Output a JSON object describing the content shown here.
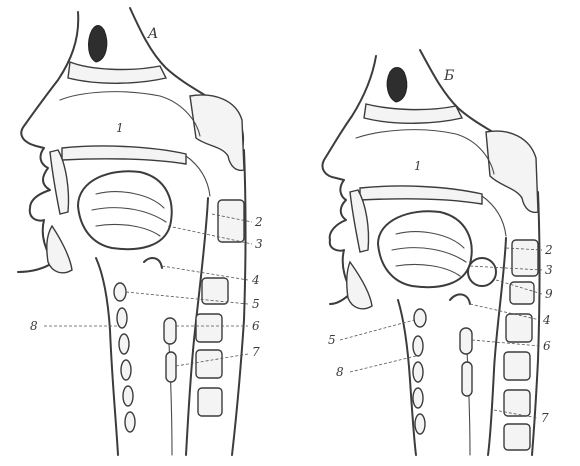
{
  "panels": [
    {
      "letter": "A",
      "labels": [
        "1",
        "2",
        "3",
        "4",
        "5",
        "6",
        "7",
        "8"
      ]
    },
    {
      "letter": "Б",
      "labels": [
        "1",
        "2",
        "3",
        "9",
        "4",
        "5",
        "6",
        "8",
        "7"
      ]
    }
  ],
  "colors": {
    "ink": "#3c3c3c",
    "bone_fill": "#f4f4f4",
    "sinus": "#2e2e2e"
  }
}
